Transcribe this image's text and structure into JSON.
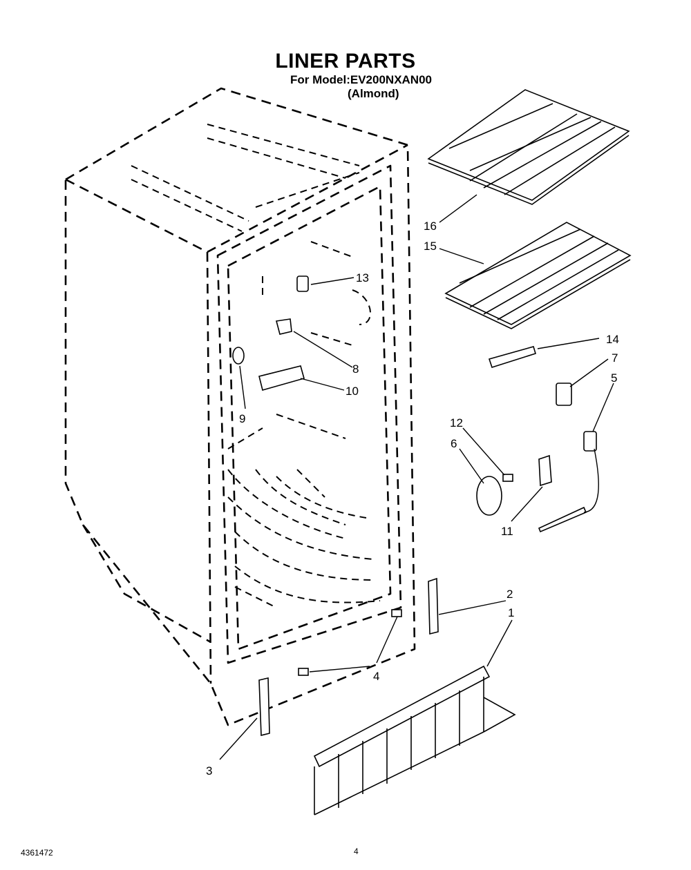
{
  "title": "LINER PARTS",
  "model_line": "For Model:EV200NXAN00",
  "color_line": "(Almond)",
  "footer": {
    "doc_number": "4361472",
    "page_number": "4"
  },
  "callouts": [
    {
      "id": "c1",
      "label": "1"
    },
    {
      "id": "c2",
      "label": "2"
    },
    {
      "id": "c3",
      "label": "3"
    },
    {
      "id": "c4",
      "label": "4"
    },
    {
      "id": "c5",
      "label": "5"
    },
    {
      "id": "c6",
      "label": "6"
    },
    {
      "id": "c7",
      "label": "7"
    },
    {
      "id": "c8",
      "label": "8"
    },
    {
      "id": "c9",
      "label": "9"
    },
    {
      "id": "c10",
      "label": "10"
    },
    {
      "id": "c11",
      "label": "11"
    },
    {
      "id": "c12",
      "label": "12"
    },
    {
      "id": "c13",
      "label": "13"
    },
    {
      "id": "c14",
      "label": "14"
    },
    {
      "id": "c15",
      "label": "15"
    },
    {
      "id": "c16",
      "label": "16"
    }
  ]
}
